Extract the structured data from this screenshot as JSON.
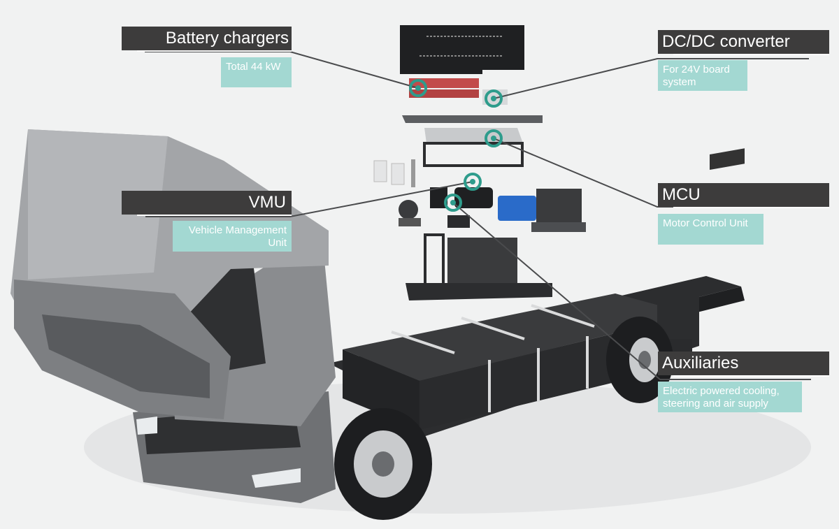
{
  "callouts": {
    "battery_chargers": {
      "title": "Battery chargers",
      "description": "Total 44 kW"
    },
    "dcdc_converter": {
      "title": "DC/DC converter",
      "description": "For 24V board system"
    },
    "vmu": {
      "title": "VMU",
      "description": "Vehicle Management Unit"
    },
    "mcu": {
      "title": "MCU",
      "description": "Motor Control Unit"
    },
    "auxiliaries": {
      "title": "Auxiliaries",
      "description": "Electric powered cooling, steering and air supply"
    }
  },
  "colors": {
    "background": "#f1f2f2",
    "title_bar": "#3d3c3c",
    "description_box": "#a3d8d2",
    "marker": "#2e9c8c",
    "truck_body": "#7d7f82",
    "truck_dark": "#2f3032",
    "motor_blue": "#2a6bc9"
  }
}
